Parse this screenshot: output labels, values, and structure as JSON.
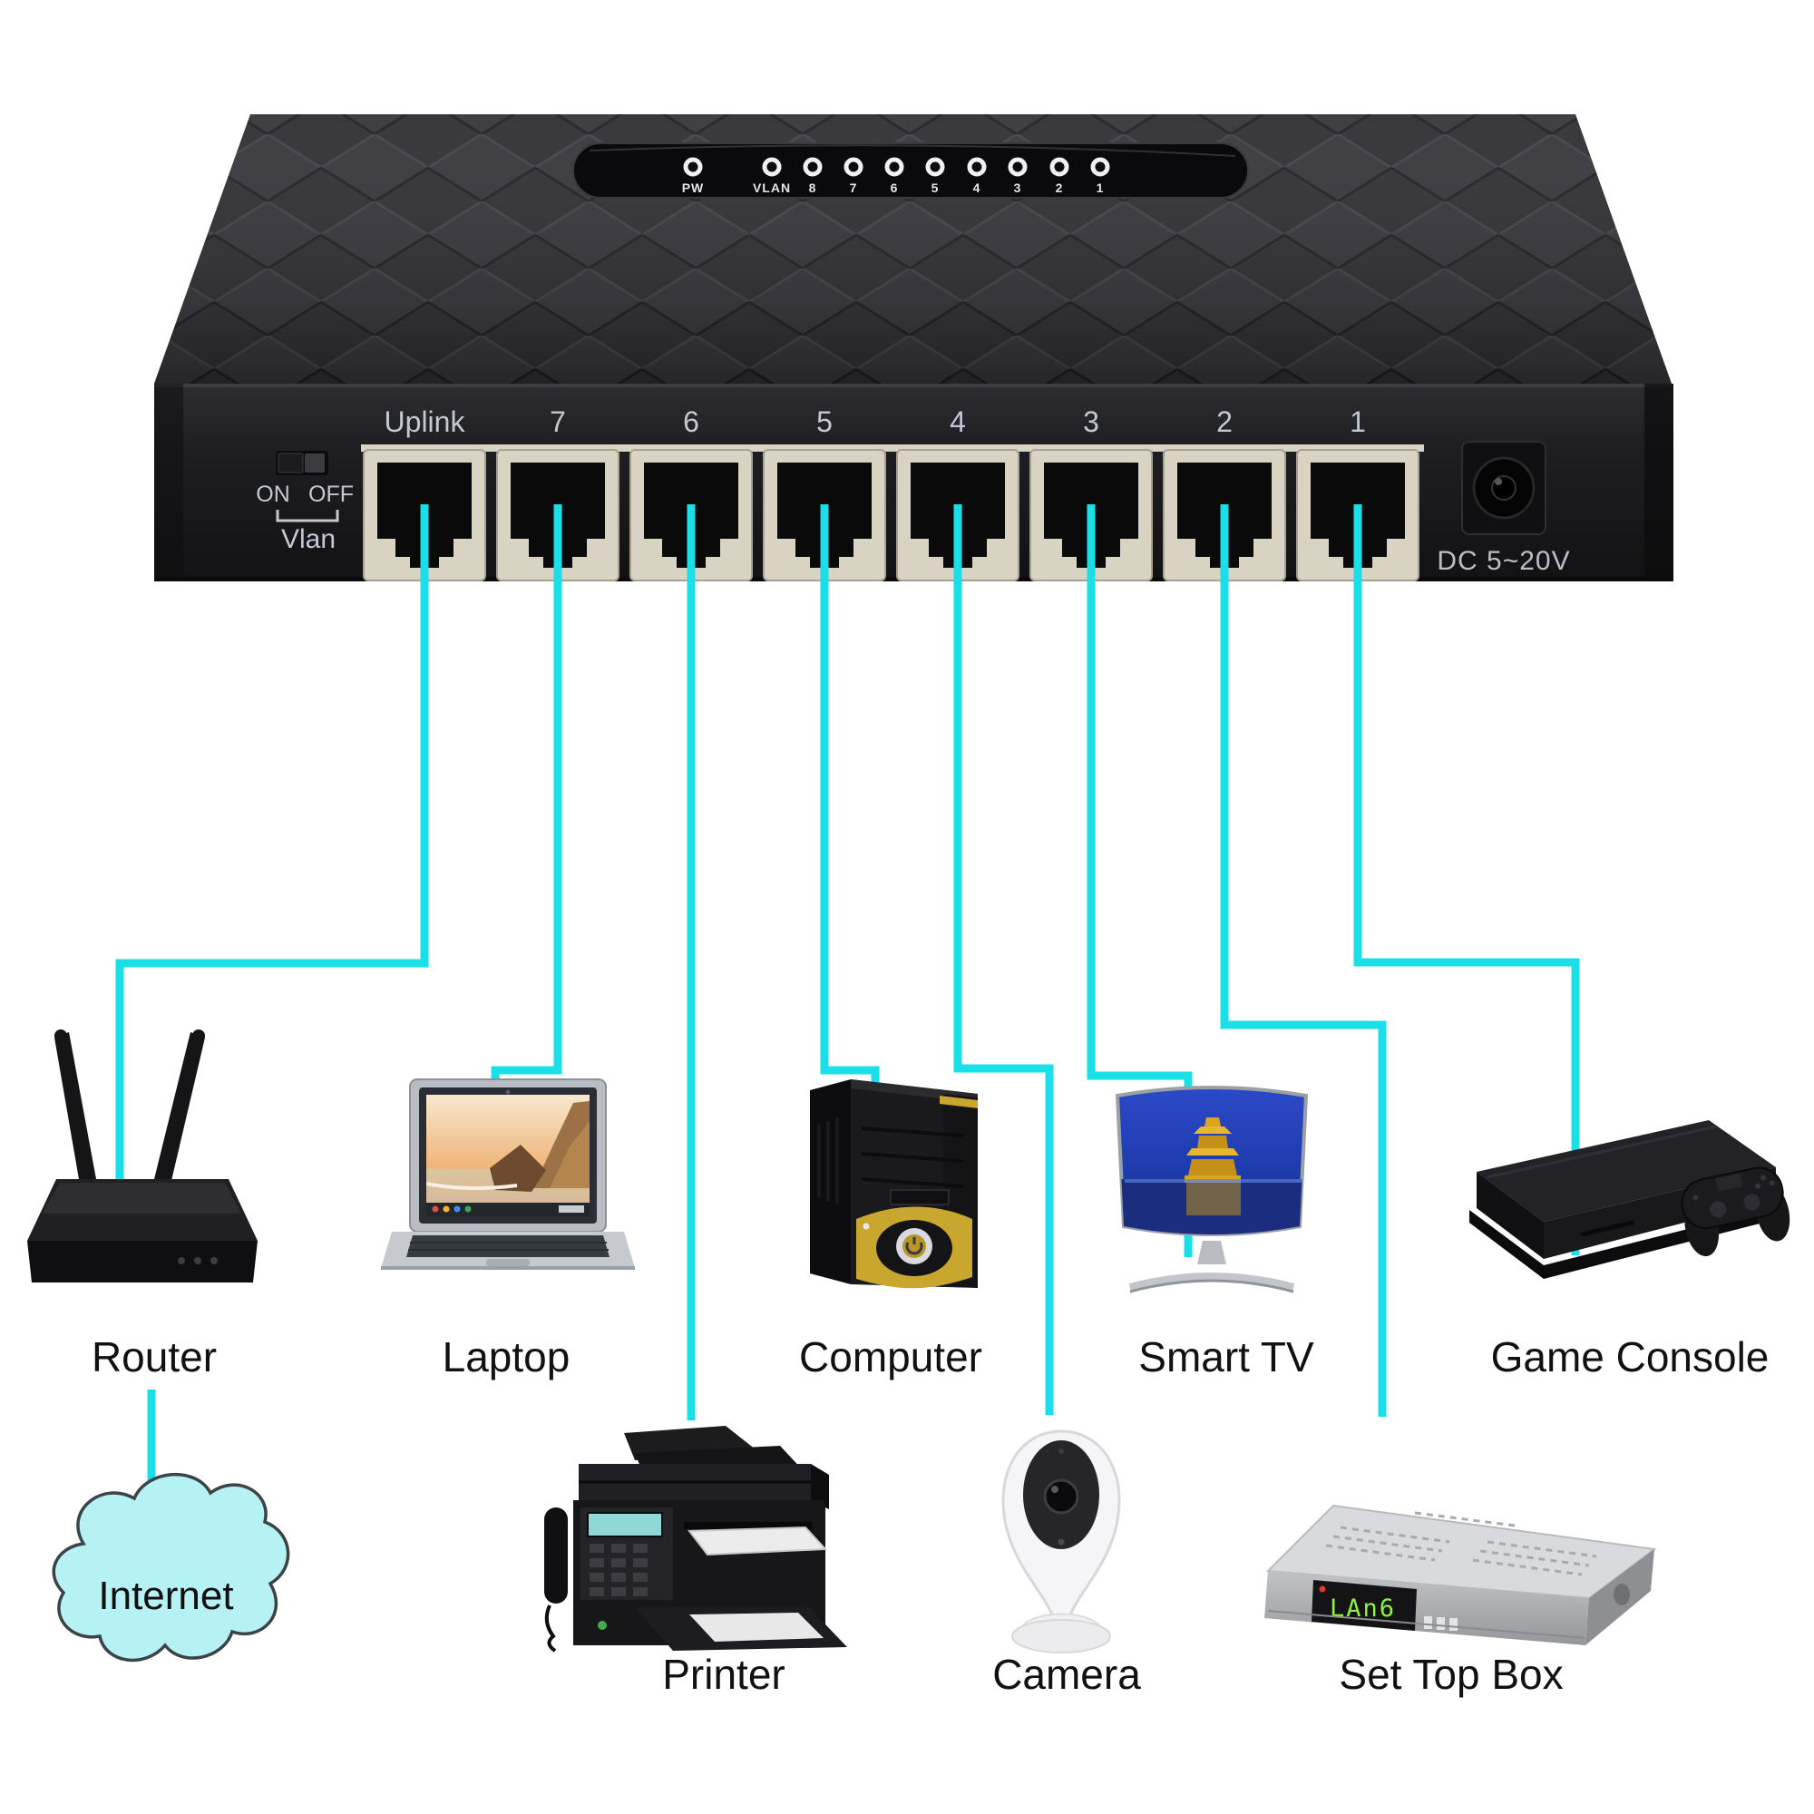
{
  "switch": {
    "leds": [
      "PW",
      "VLAN",
      "8",
      "7",
      "6",
      "5",
      "4",
      "3",
      "2",
      "1"
    ],
    "ports": [
      "Uplink",
      "7",
      "6",
      "5",
      "4",
      "3",
      "2",
      "1"
    ],
    "vlan": {
      "on": "ON",
      "off": "OFF",
      "label": "Vlan"
    },
    "power_label": "DC 5~20V"
  },
  "devices": {
    "router": {
      "label": "Router"
    },
    "laptop": {
      "label": "Laptop"
    },
    "computer": {
      "label": "Computer"
    },
    "smart_tv": {
      "label": "Smart TV"
    },
    "game_console": {
      "label": "Game Console"
    },
    "printer": {
      "label": "Printer"
    },
    "camera": {
      "label": "Camera"
    },
    "set_top_box": {
      "label": "Set Top Box",
      "display_text": "LAn6"
    },
    "internet": {
      "label": "Internet"
    }
  },
  "colors": {
    "cable": "#1ADFE9",
    "cloud_fill": "#B6F2F4",
    "port_bezel": "#D9D3C3",
    "switch_body": "#232327",
    "accent_gold": "#C9A62E",
    "led_display_green": "#8DF23C"
  }
}
